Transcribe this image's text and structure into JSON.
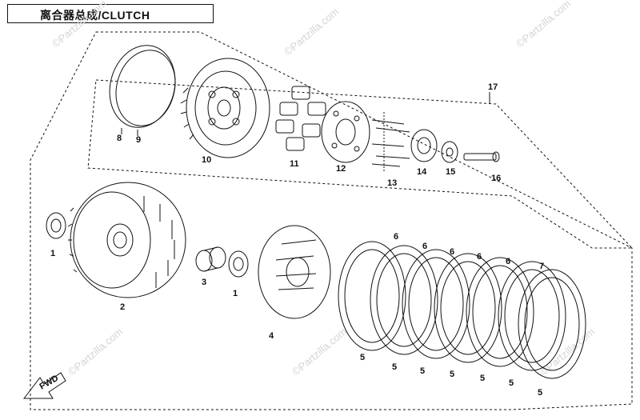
{
  "title": "离合器总成/CLUTCH",
  "watermark": "©Partzilla.com",
  "fwd_label": "FWD",
  "colors": {
    "ink": "#111111",
    "watermark": "#d4d4d4",
    "background": "#ffffff"
  },
  "callouts": [
    {
      "id": "8",
      "part": "ring"
    },
    {
      "id": "9",
      "part": "ring"
    },
    {
      "id": "10",
      "part": "clutch-hub"
    },
    {
      "id": "11",
      "part": "springs"
    },
    {
      "id": "12",
      "part": "pressure-plate"
    },
    {
      "id": "13",
      "part": "bolts"
    },
    {
      "id": "14",
      "part": "bearing"
    },
    {
      "id": "15",
      "part": "bearing"
    },
    {
      "id": "16",
      "part": "push-rod"
    },
    {
      "id": "17",
      "part": "assembly"
    },
    {
      "id": "1",
      "part": "washer"
    },
    {
      "id": "2",
      "part": "clutch-housing"
    },
    {
      "id": "3",
      "part": "bushing"
    },
    {
      "id": "4",
      "part": "center-hub"
    },
    {
      "id": "5",
      "part": "friction-plate"
    },
    {
      "id": "6",
      "part": "steel-plate"
    },
    {
      "id": "7",
      "part": "plate"
    }
  ]
}
